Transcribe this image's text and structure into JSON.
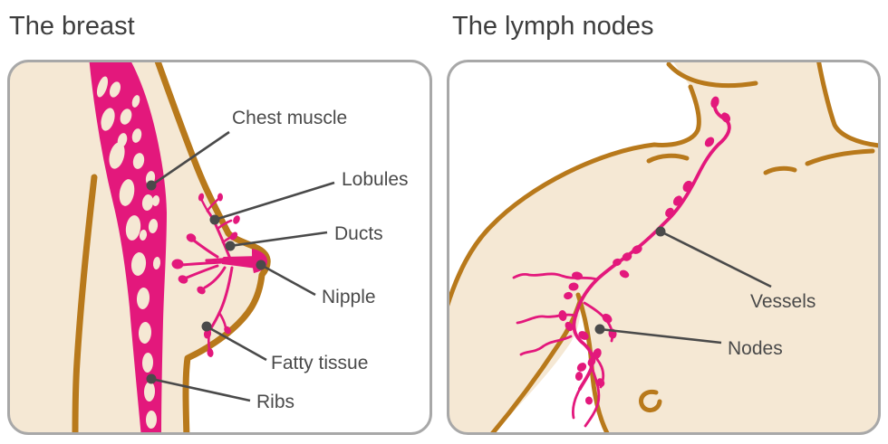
{
  "breast": {
    "title": "The breast",
    "labels": {
      "chest_muscle": "Chest muscle",
      "lobules": "Lobules",
      "ducts": "Ducts",
      "nipple": "Nipple",
      "fatty_tissue": "Fatty tissue",
      "ribs": "Ribs"
    }
  },
  "lymph": {
    "title": "The lymph nodes",
    "labels": {
      "vessels": "Vessels",
      "nodes": "Nodes"
    }
  },
  "colors": {
    "pink": "#E3187C",
    "brown": "#B8791B",
    "beige": "#F5E8D4",
    "tan_rib_line": "#DCC59D",
    "callout_gray": "#4A4A4A",
    "panel_border": "#A8A8A8",
    "title_text": "#3E3E3E",
    "background": "#FFFFFF"
  }
}
